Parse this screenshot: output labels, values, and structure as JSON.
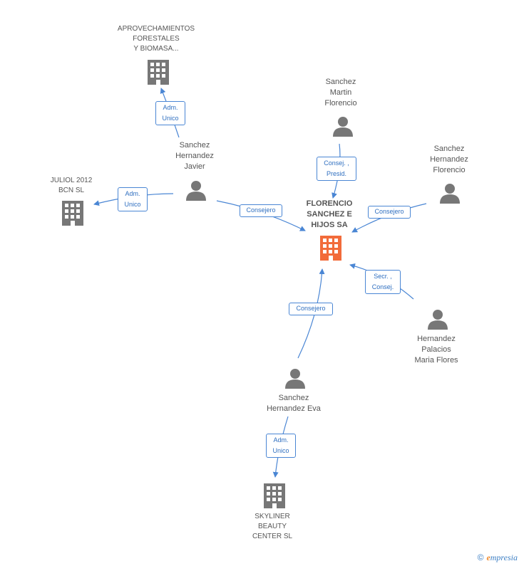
{
  "colors": {
    "edge": "#4a86d4",
    "person_icon": "#777777",
    "company_icon": "#777777",
    "main_company_icon": "#f26b3a",
    "role_text": "#2f6fc0"
  },
  "nodes": {
    "main": {
      "label": "FLORENCIO\nSANCHEZ E\nHIJOS SA",
      "icon": "building-icon"
    },
    "aprovechamientos": {
      "label": "APROVECHAMIENTOS\nFORESTALES\nY BIOMASA...",
      "icon": "building-icon"
    },
    "juliol": {
      "label": "JULIOL 2012\nBCN SL",
      "icon": "building-icon"
    },
    "skyliner": {
      "label": "SKYLINER\nBEAUTY\nCENTER  SL",
      "icon": "building-icon"
    },
    "javier": {
      "label": "Sanchez\nHernandez\nJavier",
      "icon": "person-icon"
    },
    "martin": {
      "label": "Sanchez\nMartin\nFlorencio",
      "icon": "person-icon"
    },
    "florencio": {
      "label": "Sanchez\nHernandez\nFlorencio",
      "icon": "person-icon"
    },
    "palacios": {
      "label": "Hernandez\nPalacios\nMaria Flores",
      "icon": "person-icon"
    },
    "eva": {
      "label": "Sanchez\nHernandez Eva",
      "icon": "person-icon"
    }
  },
  "roles": {
    "javier_aprov": "Adm.\nUnico",
    "javier_juliol": "Adm.\nUnico",
    "javier_main": "Consejero",
    "martin_main": "Consej. ,\nPresid.",
    "florencio_main": "Consejero",
    "palacios_main": "Secr. ,\nConsej.",
    "eva_main": "Consejero",
    "eva_skyliner": "Adm.\nUnico"
  },
  "footer": {
    "copyright": "©",
    "brand_first": "e",
    "brand_rest": "mpresia"
  }
}
